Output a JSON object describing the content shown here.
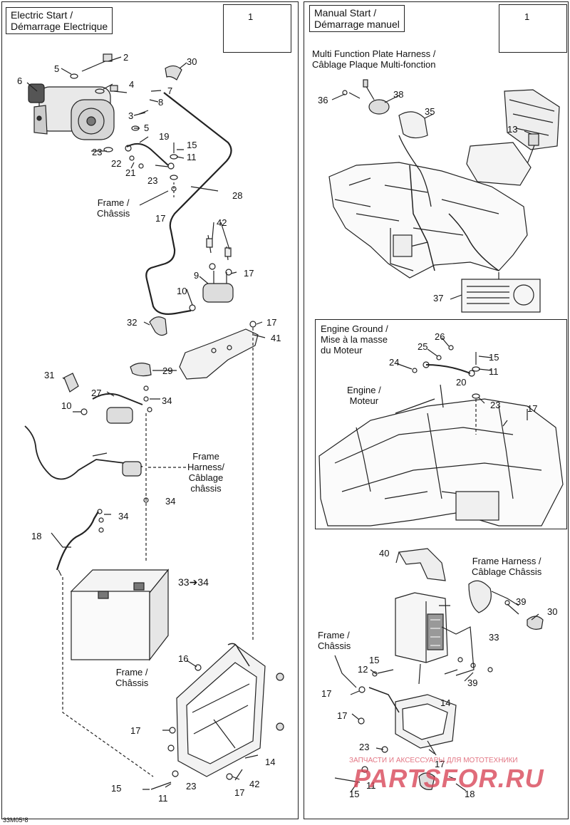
{
  "panels": {
    "electric": {
      "title_l1": "Electric Start /",
      "title_l2": "Démarrage Electrique"
    },
    "manual": {
      "title_l1": "Manual Start /",
      "title_l2": "Démarrage manuel"
    },
    "ground": {
      "title_l1": "Engine Ground /",
      "title_l2": "Mise à la masse",
      "title_l3": "du Moteur"
    }
  },
  "callout_index": "1",
  "labels": {
    "frame_l1": "Frame /",
    "frame_l2": "Châssis",
    "frame_harness_l1": "Frame",
    "frame_harness_l2": "Harness/",
    "frame_harness_l3": "Câblage",
    "frame_harness_l4": "châssis",
    "multi_l1": "Multi Function Plate Harness /",
    "multi_l2": "Câblage Plaque Multi-fonction",
    "engine_l1": "Engine /",
    "engine_l2": "Moteur",
    "frame_harness_r1": "Frame Harness /",
    "frame_harness_r2": "Câblage Châssis",
    "arrow_note": "33➔34"
  },
  "part_numbers": {
    "n1": "1",
    "n2": "2",
    "n3": "3",
    "n4": "4",
    "n5": "5",
    "n6": "6",
    "n7": "7",
    "n8": "8",
    "n9": "9",
    "n10": "10",
    "n11": "11",
    "n12": "12",
    "n13": "13",
    "n14": "14",
    "n15": "15",
    "n16": "16",
    "n17": "17",
    "n18": "18",
    "n19": "19",
    "n20": "20",
    "n21": "21",
    "n22": "22",
    "n23": "23",
    "n24": "24",
    "n25": "25",
    "n26": "26",
    "n27": "27",
    "n28": "28",
    "n29": "29",
    "n30": "30",
    "n31": "31",
    "n32": "32",
    "n33": "33",
    "n34": "34",
    "n35": "35",
    "n36": "36",
    "n37": "37",
    "n38": "38",
    "n39": "39",
    "n40": "40",
    "n41": "41",
    "n42": "42"
  },
  "drawing_code": "33M05¹8",
  "watermark": {
    "tagline": "ЗАПЧАСТИ И АКСЕССУАРЫ ДЛЯ МОТОТЕХНИКИ",
    "brand": "PARTSFOR.RU",
    "color": "#d9485a"
  }
}
